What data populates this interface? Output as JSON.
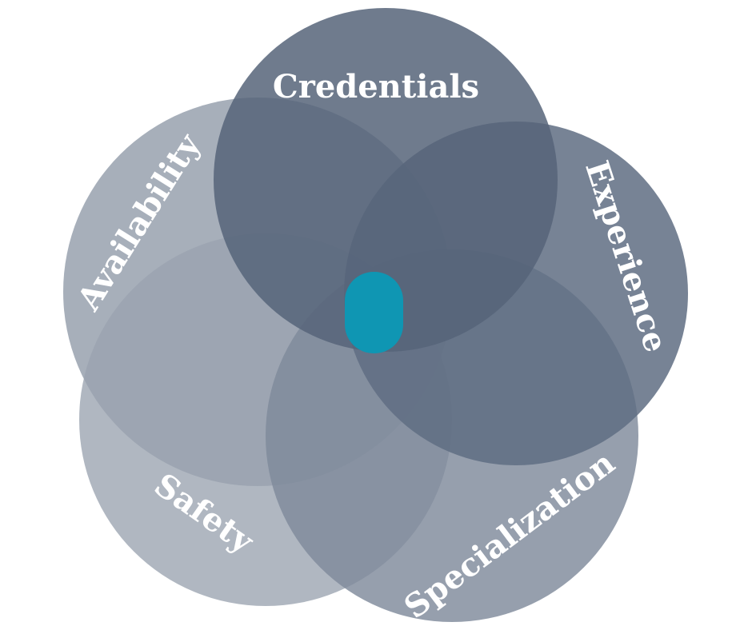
{
  "diagram": {
    "type": "venn",
    "circles": [
      {
        "id": "availability",
        "label": "Availability",
        "color": "#8e98a7"
      },
      {
        "id": "safety",
        "label": "Safety",
        "color": "#9aa3b0"
      },
      {
        "id": "specialization",
        "label": "Specialization",
        "color": "#7f8a9b"
      },
      {
        "id": "experience",
        "label": "Experience",
        "color": "#5f6d82"
      },
      {
        "id": "credentials",
        "label": "Credentials",
        "color": "#566479"
      }
    ],
    "center_color": "#0f96b3"
  }
}
